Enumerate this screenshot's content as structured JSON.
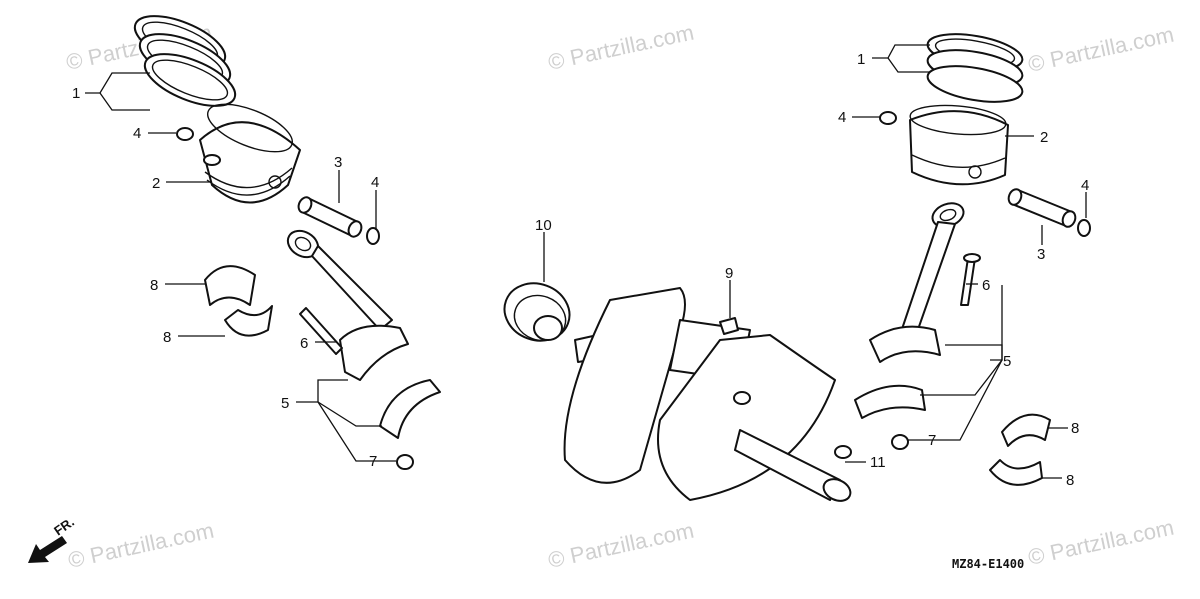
{
  "watermark": "© Partzilla.com",
  "diagram_code": "MZ84-E1400",
  "front_marker": "FR.",
  "callouts": {
    "piston_rings": "1",
    "piston": "2",
    "piston_pin": "3",
    "piston_pin_clip": "4",
    "connecting_rod": "5",
    "rod_bolt": "6",
    "rod_nut": "7",
    "crankpin_bearing": "8",
    "woodruff_key": "9",
    "primary_drive_gear": "10",
    "crankshaft_key": "11"
  }
}
